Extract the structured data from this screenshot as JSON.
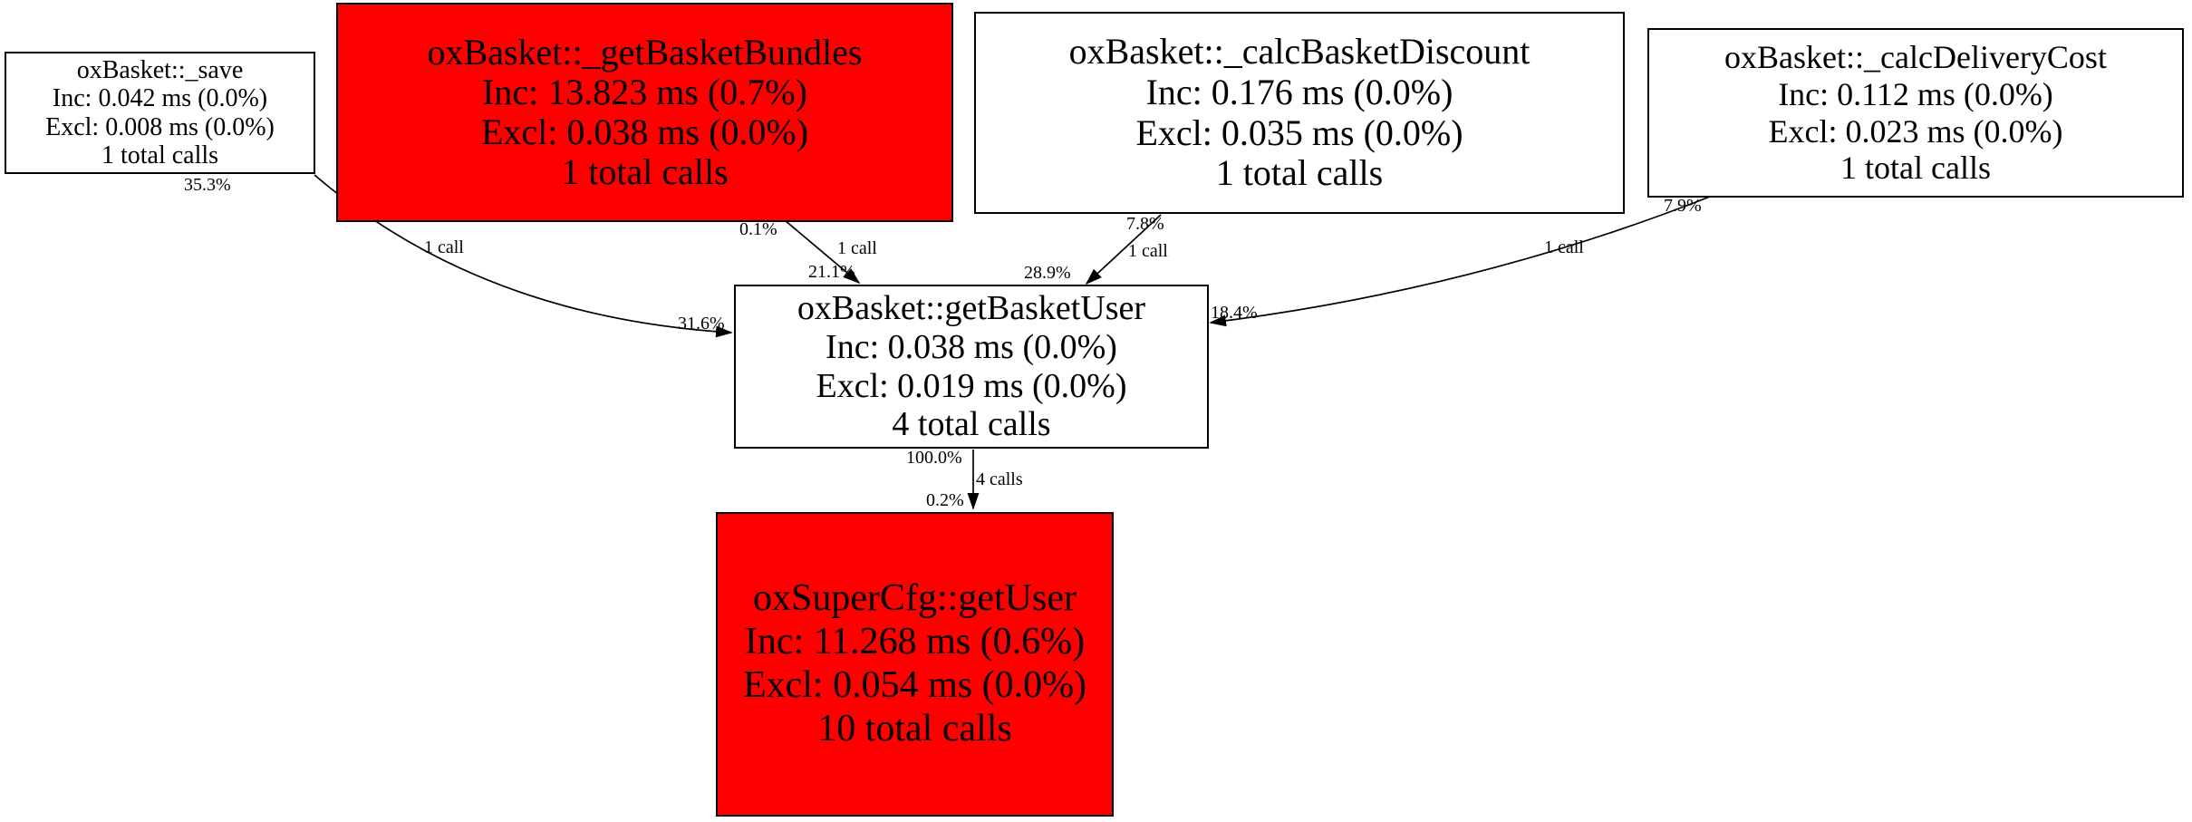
{
  "diagram": {
    "type": "profiler-call-graph",
    "colors": {
      "hot_node_fill": "#ff0000",
      "normal_node_fill": "#ffffff",
      "node_border": "#000000",
      "edge": "#000000",
      "text": "#000000",
      "background": "#ffffff"
    },
    "nodes": [
      {
        "function": "oxBasket::_save",
        "inclusive": "Inc: 0.042 ms (0.0%)",
        "exclusive": "Excl: 0.008 ms (0.0%)",
        "total_calls": "1 total calls",
        "hot": false
      },
      {
        "function": "oxBasket::_getBasketBundles",
        "inclusive": "Inc: 13.823 ms (0.7%)",
        "exclusive": "Excl: 0.038 ms (0.0%)",
        "total_calls": "1 total calls",
        "hot": true
      },
      {
        "function": "oxBasket::_calcBasketDiscount",
        "inclusive": "Inc: 0.176 ms (0.0%)",
        "exclusive": "Excl: 0.035 ms (0.0%)",
        "total_calls": "1 total calls",
        "hot": false
      },
      {
        "function": "oxBasket::_calcDeliveryCost",
        "inclusive": "Inc: 0.112 ms (0.0%)",
        "exclusive": "Excl: 0.023 ms (0.0%)",
        "total_calls": "1 total calls",
        "hot": false
      },
      {
        "function": "oxBasket::getBasketUser",
        "inclusive": "Inc: 0.038 ms (0.0%)",
        "exclusive": "Excl: 0.019 ms (0.0%)",
        "total_calls": "4 total calls",
        "hot": false
      },
      {
        "function": "oxSuperCfg::getUser",
        "inclusive": "Inc: 11.268 ms (0.6%)",
        "exclusive": "Excl: 0.054 ms (0.0%)",
        "total_calls": "10 total calls",
        "hot": true
      }
    ],
    "edges": [
      {
        "from": "oxBasket::_save",
        "to": "oxBasket::getBasketUser",
        "source_pct": "35.3%",
        "calls": "1 call",
        "target_pct": "31.6%"
      },
      {
        "from": "oxBasket::_getBasketBundles",
        "to": "oxBasket::getBasketUser",
        "source_pct": "0.1%",
        "calls": "1 call",
        "target_pct": "21.1%"
      },
      {
        "from": "oxBasket::_calcBasketDiscount",
        "to": "oxBasket::getBasketUser",
        "source_pct": "7.8%",
        "calls": "1 call",
        "target_pct": "28.9%"
      },
      {
        "from": "oxBasket::_calcDeliveryCost",
        "to": "oxBasket::getBasketUser",
        "source_pct": "7.9%",
        "calls": "1 call",
        "target_pct": "18.4%"
      },
      {
        "from": "oxBasket::getBasketUser",
        "to": "oxSuperCfg::getUser",
        "source_pct": "100.0%",
        "calls": "4 calls",
        "target_pct": "0.2%"
      }
    ]
  }
}
